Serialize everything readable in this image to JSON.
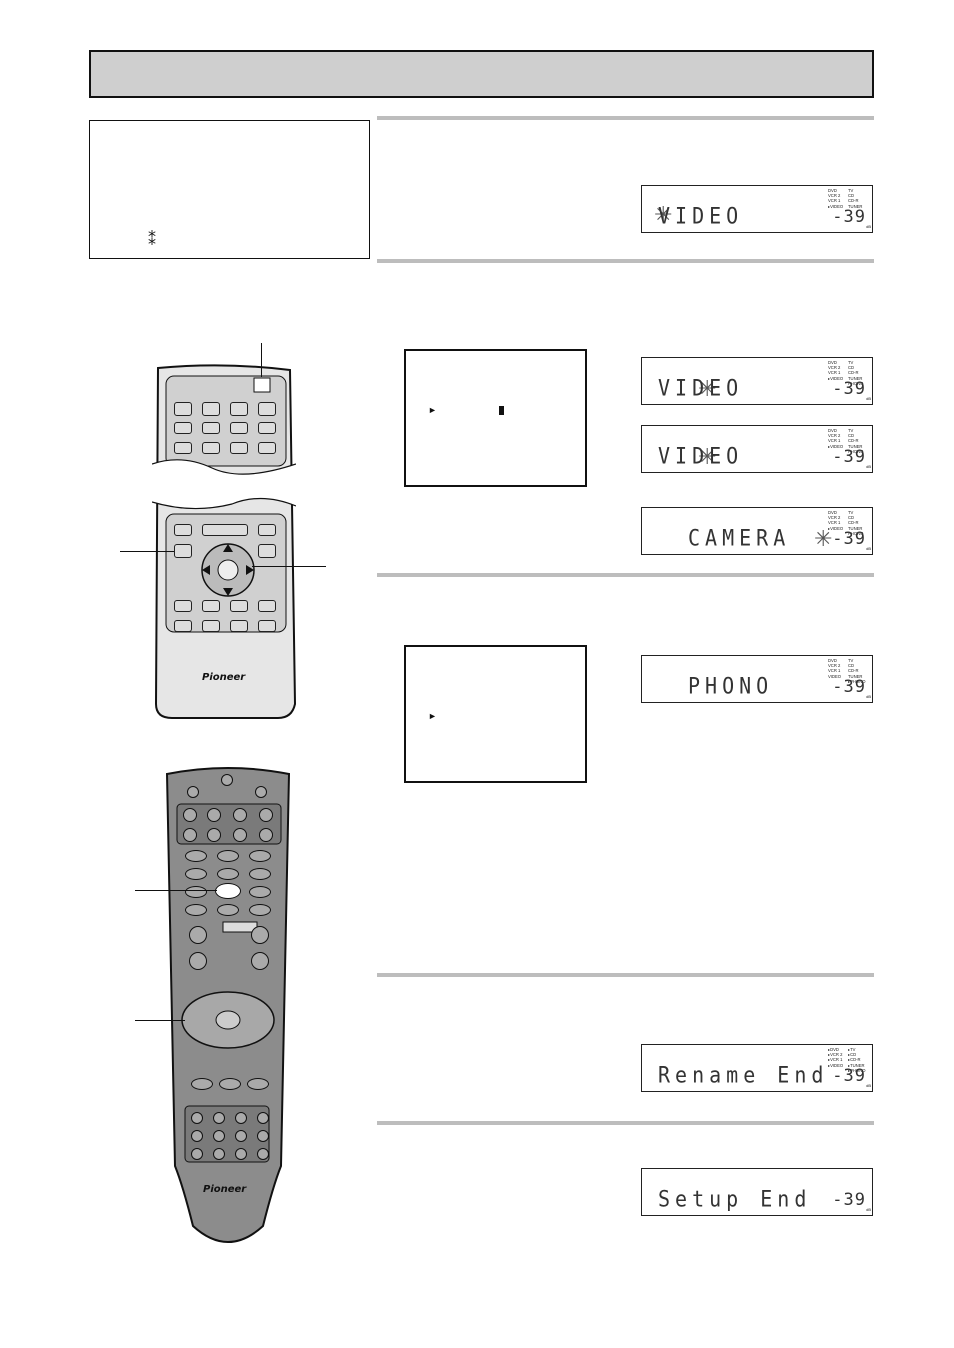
{
  "page": {
    "note_symbol": "⁑"
  },
  "displays": [
    {
      "id": "d1",
      "text": "VIDEO",
      "level": "-39",
      "inputs_left": [
        "DVD",
        "VCR 2",
        "VCR 1",
        "▸VIDEO"
      ],
      "inputs_right": [
        "TV",
        "CD",
        "CD-R",
        "TUNER"
      ]
    },
    {
      "id": "d2",
      "text": "VIDEO",
      "level": "-39",
      "inputs_left": [
        "DVD",
        "VCR 2",
        "VCR 1",
        "▸VIDEO"
      ],
      "inputs_right": [
        "TV",
        "CD",
        "CD-R",
        "TUNER",
        "PHONO"
      ]
    },
    {
      "id": "d3",
      "text": "VIDEO",
      "level": "-39",
      "inputs_left": [
        "DVD",
        "VCR 2",
        "VCR 1",
        "▸VIDEO"
      ],
      "inputs_right": [
        "TV",
        "CD",
        "CD-R",
        "TUNER",
        "PHONO"
      ]
    },
    {
      "id": "d4",
      "text": "CAMERA",
      "level": "-39",
      "inputs_left": [
        "DVD",
        "VCR 2",
        "VCR 1",
        "▸VIDEO"
      ],
      "inputs_right": [
        "TV",
        "CD",
        "CD-R",
        "TUNER",
        "PHONO"
      ]
    },
    {
      "id": "d5",
      "text": "PHONO",
      "level": "-39",
      "inputs_left": [
        "DVD",
        "VCR 2",
        "VCR 1",
        "VIDEO"
      ],
      "inputs_right": [
        "TV",
        "CD",
        "CD-R",
        "TUNER",
        "▸PHONO"
      ]
    },
    {
      "id": "d6",
      "text": "Rename End",
      "level": "-39",
      "inputs_left": [
        "▸DVD",
        "▸VCR 2",
        "▸VCR 1",
        "▸VIDEO"
      ],
      "inputs_right": [
        "▸TV",
        "▸CD",
        "▸CD-R",
        "▸TUNER",
        "▸PHONO"
      ]
    },
    {
      "id": "d7",
      "text": "Setup End",
      "level": "-39",
      "inputs_left": [],
      "inputs_right": []
    }
  ],
  "db_unit": "dB",
  "tv_cursor": "►",
  "remotes": {
    "brand": "Pioneer"
  }
}
